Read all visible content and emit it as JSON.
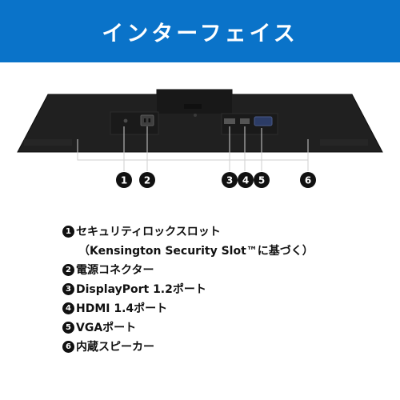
{
  "banner": {
    "title": "インターフェイス",
    "background": "#0a73c9"
  },
  "callouts": [
    "1",
    "2",
    "3",
    "4",
    "5",
    "6"
  ],
  "legend": [
    {
      "num": "1",
      "label": "セキュリティロックスロット"
    },
    {
      "num": "",
      "label": "（Kensington Security Slot™に基づく）"
    },
    {
      "num": "2",
      "label": "電源コネクター"
    },
    {
      "num": "3",
      "label": "DisplayPort 1.2ポート"
    },
    {
      "num": "4",
      "label": "HDMI 1.4ポート"
    },
    {
      "num": "5",
      "label": "VGAポート"
    },
    {
      "num": "6",
      "label": "内蔵スピーカー"
    }
  ]
}
